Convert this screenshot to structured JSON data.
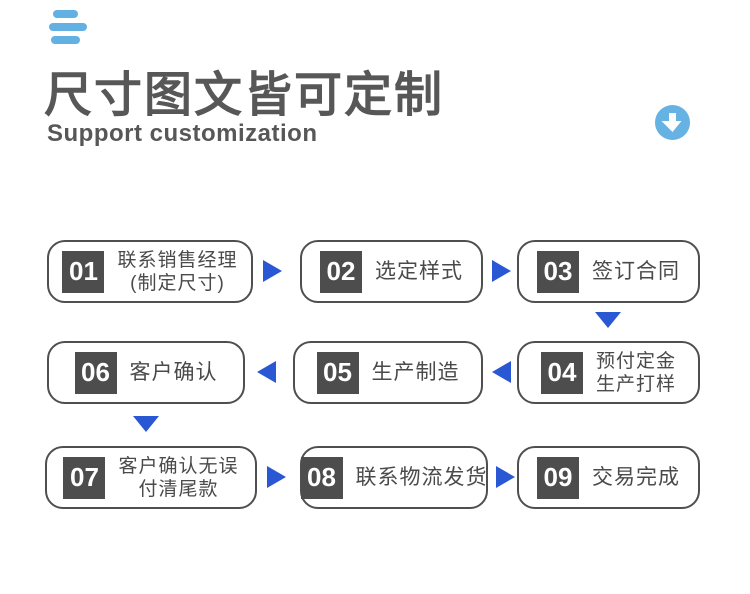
{
  "header": {
    "title": "尺寸图文皆可定制",
    "subtitle": "Support customization",
    "menu_icon": "hamburger-lines-icon",
    "download_icon": "circle-down-arrow-icon"
  },
  "colors": {
    "background": "#ffffff",
    "title_text": "#575757",
    "light_blue_accent": "#63b0e3",
    "arrow_blue": "#2a57d3",
    "box_border": "#4f4f4f",
    "badge_bg": "#4d4d4d",
    "badge_text": "#ffffff",
    "step_text": "#4a4a4a"
  },
  "flow": {
    "steps": [
      {
        "number": "01",
        "lines": [
          "联系销售经理",
          "(制定尺寸)"
        ]
      },
      {
        "number": "02",
        "lines": [
          "选定样式",
          ""
        ]
      },
      {
        "number": "03",
        "lines": [
          "签订合同",
          ""
        ]
      },
      {
        "number": "04",
        "lines": [
          "预付定金",
          "生产打样"
        ]
      },
      {
        "number": "05",
        "lines": [
          "生产制造",
          ""
        ]
      },
      {
        "number": "06",
        "lines": [
          "客户确认",
          ""
        ]
      },
      {
        "number": "07",
        "lines": [
          "客户确认无误",
          "付清尾款"
        ]
      },
      {
        "number": "08",
        "lines": [
          "联系物流发货",
          ""
        ]
      },
      {
        "number": "09",
        "lines": [
          "交易完成",
          ""
        ]
      }
    ],
    "connections": [
      "01→02",
      "02→03",
      "03↓04",
      "04→05",
      "05→06",
      "06↓07",
      "07→08",
      "08→09"
    ]
  }
}
